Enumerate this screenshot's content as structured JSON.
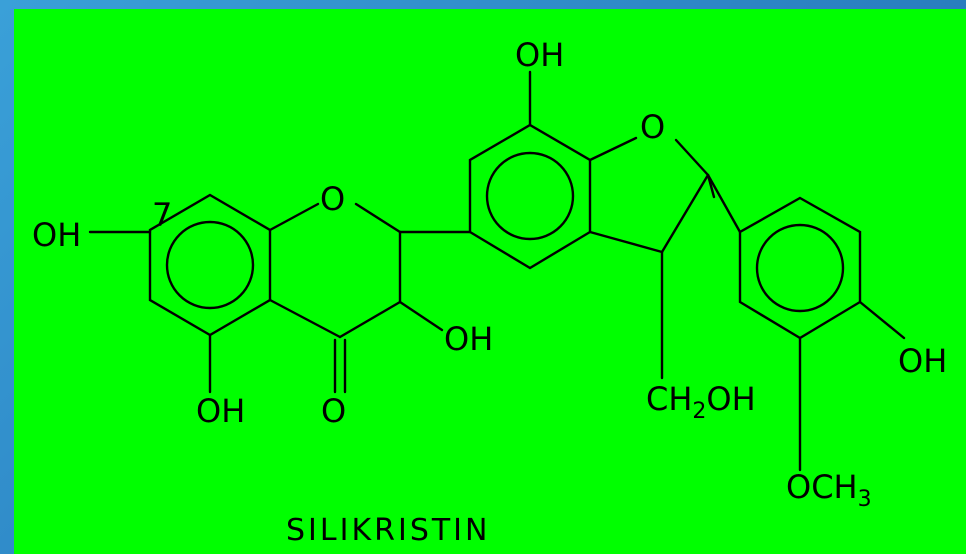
{
  "molecule": {
    "name": "SILIKRISTIN",
    "position_label": "7",
    "labels": {
      "oh_top": "OH",
      "o_furan": "O",
      "o_pyran": "O",
      "oh_left": "OH",
      "oh_mid": "OH",
      "oh_bottom": "OH",
      "carbonyl_o": "O",
      "ch2oh_c": "CH",
      "ch2oh_sub": "2",
      "ch2oh_tail": "OH",
      "oh_right": "OH",
      "och3_main": "OCH",
      "och3_sub": "3"
    }
  },
  "colors": {
    "background": "#00ff00",
    "frame": "#2a7fc0",
    "ink": "#000000"
  }
}
